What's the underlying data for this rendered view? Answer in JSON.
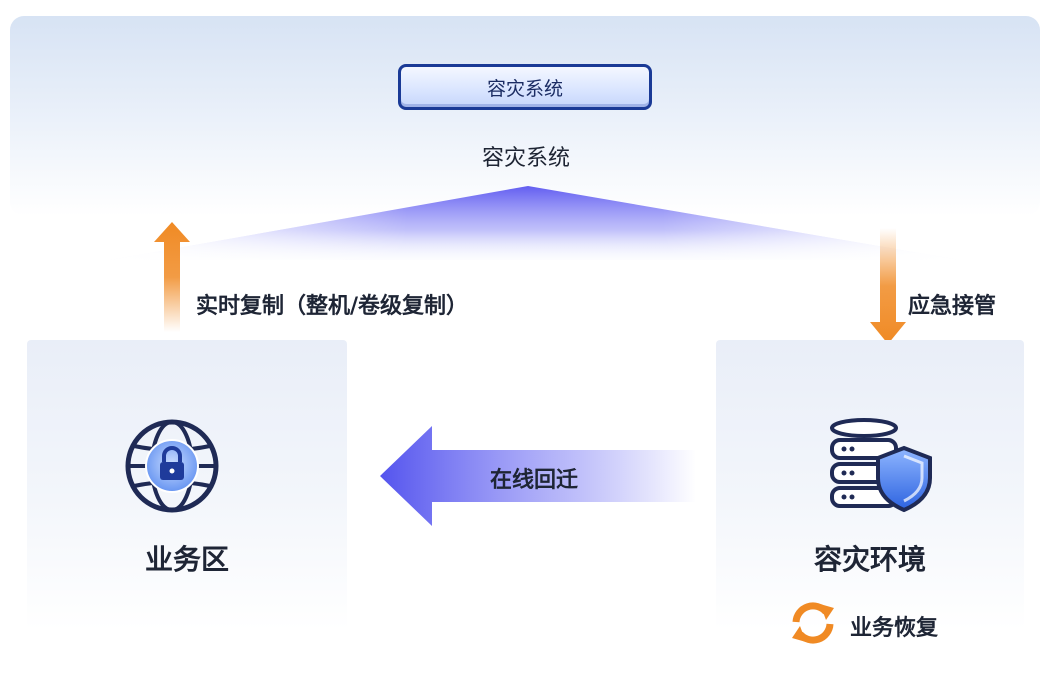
{
  "top": {
    "button_label": "容灾系统",
    "title": "容灾系统"
  },
  "left_zone": {
    "label": "业务区",
    "icon": "globe-lock-icon"
  },
  "right_zone": {
    "label": "容灾环境",
    "icon": "database-shield-icon",
    "recovery_label": "业务恢复",
    "recovery_icon": "refresh-icon"
  },
  "arrows": {
    "replication_label": "实时复制（整机/卷级复制）",
    "takeover_label": "应急接管",
    "migration_label": "在线回迁"
  },
  "colors": {
    "orange": "#f08a24",
    "blue_purple": "#5f5ff2",
    "navy": "#1a3a96"
  }
}
